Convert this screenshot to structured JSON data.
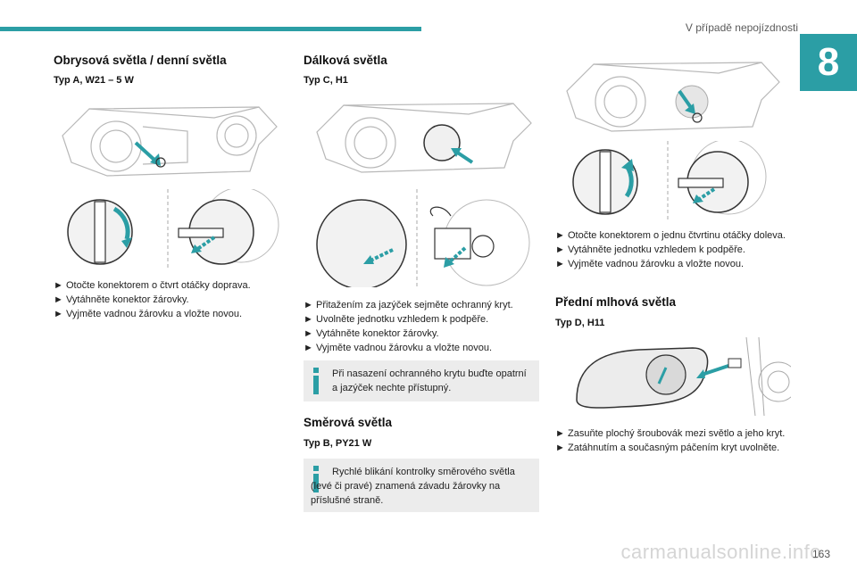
{
  "header": {
    "title": "V případě nepojízdnosti",
    "chapter": "8"
  },
  "col1": {
    "heading": "Obrysová světla / denní světla",
    "subheading": "Typ A, W21 – 5 W",
    "steps": [
      "Otočte konektorem o čtvrt otáčky doprava.",
      "Vytáhněte konektor žárovky.",
      "Vyjměte vadnou žárovku a vložte novou."
    ]
  },
  "col2": {
    "heading": "Dálková světla",
    "subheading": "Typ C, H1",
    "steps": [
      "Přitažením za jazýček sejměte ochranný kryt.",
      "Uvolněte jednotku vzhledem k podpěře.",
      "Vytáhněte konektor žárovky.",
      "Vyjměte vadnou žárovku a vložte novou."
    ],
    "note1": "Při nasazení ochranného krytu buďte opatrní a jazýček nechte přístupný.",
    "heading2": "Směrová světla",
    "subheading2": "Typ B, PY21 W",
    "note2": "Rychlé blikání kontrolky směrového světla (levé či pravé) znamená závadu žárovky na příslušné straně."
  },
  "col3": {
    "steps": [
      "Otočte konektorem o jednu čtvrtinu otáčky doleva.",
      "Vytáhněte jednotku vzhledem k podpěře.",
      "Vyjměte vadnou žárovku a vložte novou."
    ],
    "heading": "Přední mlhová světla",
    "subheading": "Typ D, H11",
    "steps2": [
      "Zasuňte plochý šroubovák mezi světlo a jeho kryt.",
      "Zatáhnutím a současným páčením kryt uvolněte."
    ]
  },
  "footer": {
    "page": "163",
    "watermark": "carmanualsonline.info"
  },
  "colors": {
    "accent": "#2b9ea5",
    "note_bg": "#ececec"
  },
  "icons": {
    "bullet": "►"
  }
}
